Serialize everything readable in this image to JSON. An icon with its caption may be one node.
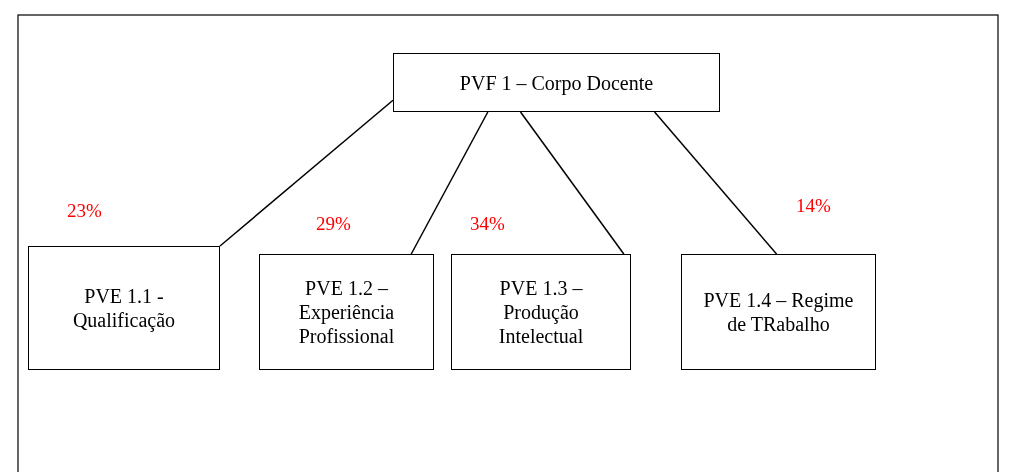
{
  "diagram": {
    "nodes": [
      {
        "text": [
          "PVF 1 – Corpo Docente"
        ]
      },
      {
        "text": [
          "PVE 1.1 - Qualificação"
        ],
        "beside": [
          "23%"
        ]
      },
      {
        "text": [
          "PVE 1.2 – Experiência Profissional"
        ],
        "beside": [
          "29%"
        ]
      },
      {
        "text": [
          "PVE 1.3 – Produção Intelectual"
        ],
        "beside": [
          "34%"
        ]
      },
      {
        "text": [
          "PVE 1.4 – Regime de TRabalho"
        ],
        "beside": [
          "14%"
        ]
      }
    ],
    "edges": [
      {
        "from": 0,
        "to": 1,
        "arrow": "none"
      },
      {
        "from": 0,
        "to": 2,
        "arrow": "none"
      },
      {
        "from": 0,
        "to": 3,
        "arrow": "none"
      },
      {
        "from": 0,
        "to": 4,
        "arrow": "none"
      }
    ]
  }
}
